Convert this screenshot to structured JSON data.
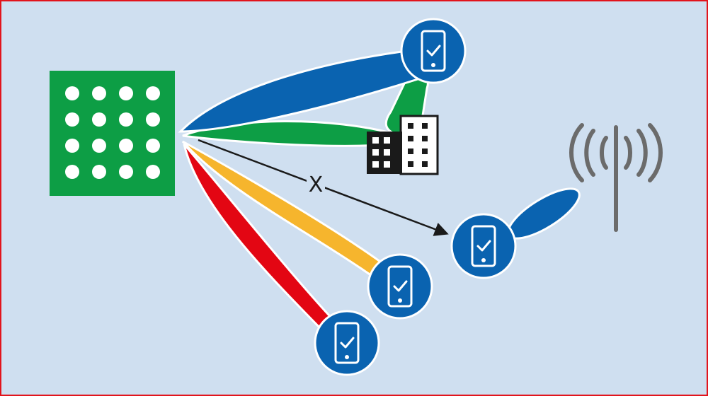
{
  "diagram": {
    "background": "#cfdff0",
    "frame_color": "#e2141c",
    "blocked_path_label": "X",
    "colors": {
      "array": "#0d9e45",
      "beam_blue": "#0a63b0",
      "beam_green": "#0d9e45",
      "beam_yellow": "#f6b52d",
      "beam_red": "#e30613",
      "device": "#0a63b0",
      "building": "#1a1a1a",
      "tower": "#6b6b6b"
    },
    "elements": [
      {
        "name": "antenna-array",
        "icon": "grid-array-icon"
      },
      {
        "name": "phone-top",
        "icon": "phone-check-icon"
      },
      {
        "name": "phone-right",
        "icon": "phone-check-icon"
      },
      {
        "name": "phone-bottom-1",
        "icon": "phone-check-icon"
      },
      {
        "name": "phone-bottom-2",
        "icon": "phone-check-icon"
      },
      {
        "name": "building",
        "icon": "building-icon"
      },
      {
        "name": "cell-tower",
        "icon": "cell-tower-icon"
      }
    ]
  }
}
